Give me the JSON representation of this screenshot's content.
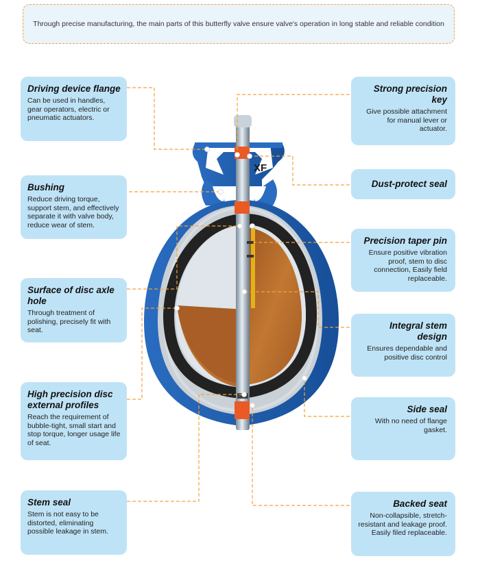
{
  "banner": "Through precise manufacturing, the main parts of this butterfly valve ensure valve's operation in long stable and reliable condition",
  "valve_mark": "XF",
  "colors": {
    "card": "#bfe3f6",
    "leader": "#f2a23a",
    "body": "#1f5fb0",
    "disc": "#b8692a",
    "seal": "#222222"
  },
  "left_cards": [
    {
      "title": "Driving device flange",
      "desc": "Can be used in handles, gear operators, electric or pneumatic actuators."
    },
    {
      "title": "Bushing",
      "desc": "Reduce driving torque, support stem, and effectively separate it with valve body, reduce wear of stem."
    },
    {
      "title": "Surface of disc axle hole",
      "desc": "Through treatment of polishing, precisely fit with seat."
    },
    {
      "title": "High precision disc external profiles",
      "desc": "Reach the requirement of bubble-tight, small start and stop torque, longer usage life of seat."
    },
    {
      "title": "Stem seal",
      "desc": "Stem is not easy to be distorted, eliminating possible leakage in stem."
    }
  ],
  "right_cards": [
    {
      "title": "Strong precision key",
      "desc": "Give possible attachment for manual lever or actuator."
    },
    {
      "title": "Dust-protect seal",
      "desc": ""
    },
    {
      "title": "Precision taper pin",
      "desc": "Ensure positive vibration proof, stem to disc connection, Easily field replaceable."
    },
    {
      "title": "Integral stem design",
      "desc": "Ensures dependable and positive disc control"
    },
    {
      "title": "Side seal",
      "desc": "With no need of flange gasket."
    },
    {
      "title": "Backed seat",
      "desc": "Non-collapsible, stretch-resistant and leakage proof. Easily filed replaceable."
    }
  ]
}
